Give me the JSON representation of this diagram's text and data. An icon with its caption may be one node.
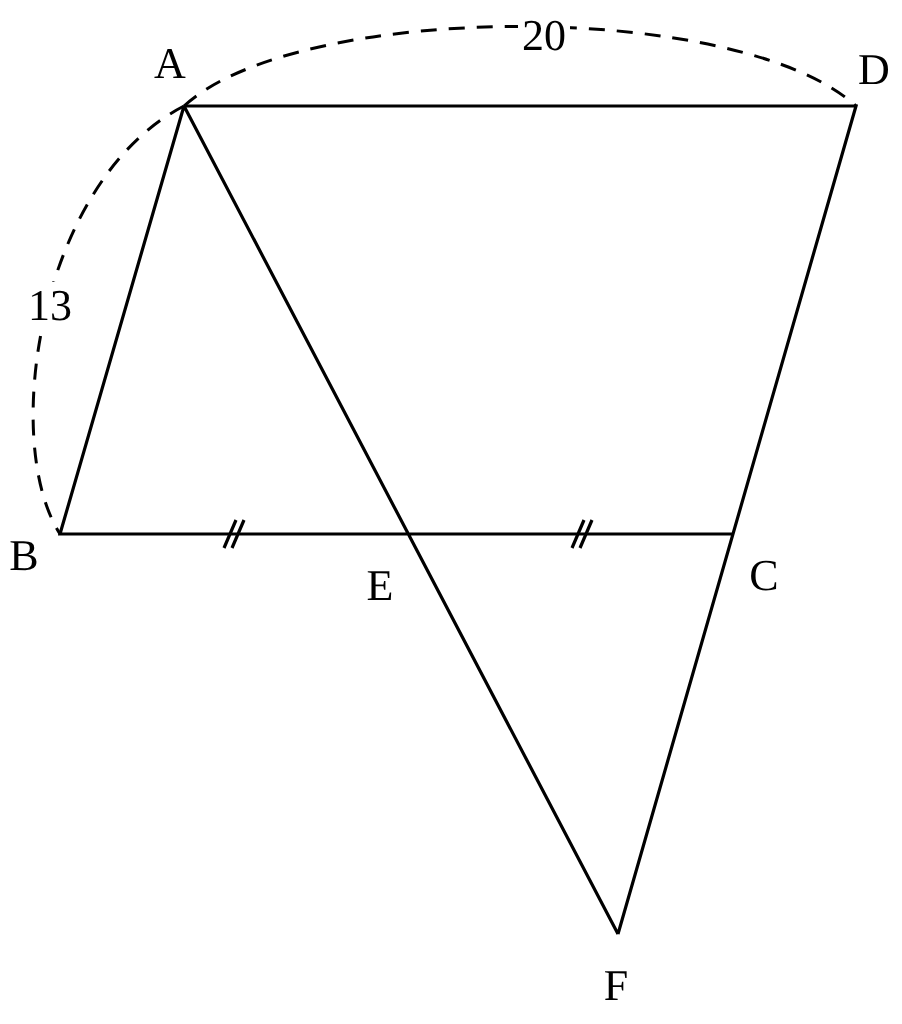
{
  "diagram": {
    "labels": [
      "20",
      "A",
      "D",
      "13",
      "B",
      "E",
      "C",
      "F"
    ]
  }
}
